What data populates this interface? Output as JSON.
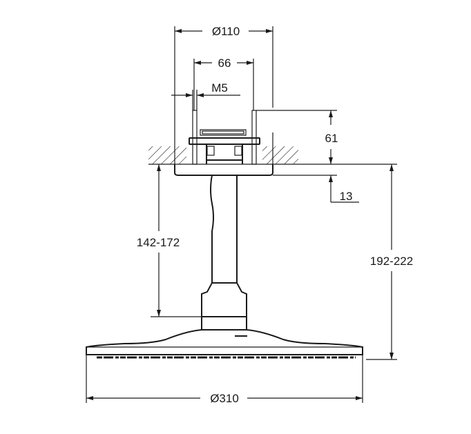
{
  "drawing": {
    "dimensions": {
      "mount_diameter": "Ø110",
      "rod_spacing": "66",
      "thread": "M5",
      "rod_height": "61",
      "rosette_height": "13",
      "arm_length": "142-172",
      "total_height": "192-222",
      "head_diameter": "Ø310"
    },
    "line_color": "#1a1a1a"
  }
}
